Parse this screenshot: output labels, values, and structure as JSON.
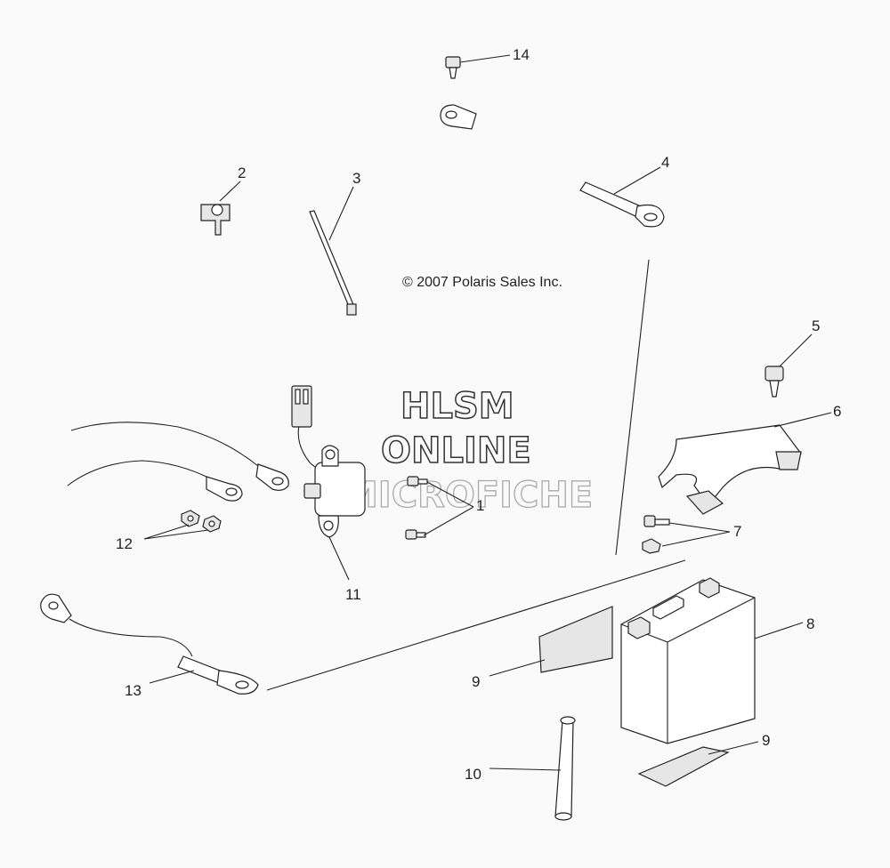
{
  "copyright": "© 2007 Polaris Sales Inc.",
  "watermark": {
    "line1": "HLSM",
    "line2": "ONLINE",
    "line3": "MICROFICHE"
  },
  "callouts": {
    "c1": "1",
    "c2": "2",
    "c3": "3",
    "c4": "4",
    "c5": "5",
    "c6": "6",
    "c7": "7",
    "c8": "8",
    "c9a": "9",
    "c9b": "9",
    "c10": "10",
    "c11": "11",
    "c12": "12",
    "c13": "13",
    "c14": "14"
  }
}
